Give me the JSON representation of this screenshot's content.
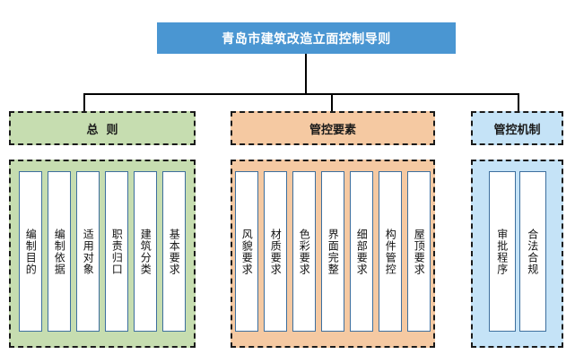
{
  "diagram": {
    "type": "org-chart",
    "root": {
      "title": "青岛市建筑改造立面控制导则",
      "color": "#4a96d2",
      "text_color": "#ffffff"
    },
    "groups": [
      {
        "id": "general-principles",
        "header": "总  则",
        "color": "#c6ddb0",
        "items": [
          {
            "label": "编制目的"
          },
          {
            "label": "编制依据"
          },
          {
            "label": "适用对象"
          },
          {
            "label": "职责归口"
          },
          {
            "label": "建筑分类"
          },
          {
            "label": "基本要求"
          }
        ]
      },
      {
        "id": "control-elements",
        "header": "管控要素",
        "color": "#f5c9a2",
        "items": [
          {
            "label": "风貌要求"
          },
          {
            "label": "材质要求"
          },
          {
            "label": "色彩要求"
          },
          {
            "label": "界面完整"
          },
          {
            "label": "细部要求"
          },
          {
            "label": "构件管控"
          },
          {
            "label": "屋顶要求"
          }
        ]
      },
      {
        "id": "control-mechanism",
        "header": "管控机制",
        "color": "#c5e3f7",
        "items": [
          {
            "label": "审批程序"
          },
          {
            "label": "合法合规"
          }
        ]
      }
    ]
  }
}
